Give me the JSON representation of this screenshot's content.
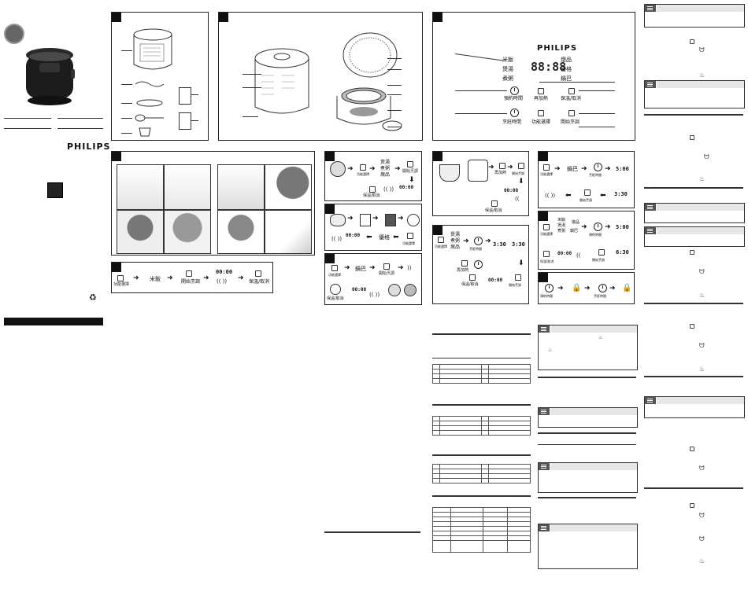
{
  "brand": "PHILIPS",
  "panel_display": {
    "brand": "PHILIPS",
    "digits": "88:88",
    "menu_left": [
      "米飯",
      "煲湯",
      "煮粥"
    ],
    "menu_right": [
      "燉品",
      "優格",
      "鍋巴"
    ],
    "buttons": [
      "預約時間",
      "再加熱",
      "保溫/取消",
      "烹飪時間",
      "功能選擇",
      "開始烹調"
    ]
  },
  "flow_bottom": {
    "labels": [
      "功能選擇",
      "米飯",
      "開始烹調",
      "保溫/取消"
    ],
    "time": "00:00"
  },
  "step_labels": {
    "func_select": "功能選擇",
    "soup_group": [
      "煲湯",
      "煮粥",
      "燉品"
    ],
    "start": "開始烹調",
    "keep_warm": "保溫/取消",
    "reheat": "再加熱",
    "crust": "鍋巴",
    "yogurt": "優格",
    "preset": "預約時間",
    "cook_time": "烹飪時間",
    "time_a": "00:00",
    "time_b": "3:30",
    "time_c": "5:00",
    "time_d": "6:30",
    "menu_three": [
      "米飯",
      "煲湯",
      "煮粥",
      "鍋巴"
    ],
    "extra": "燉品"
  },
  "colors": {
    "dark": "#111111",
    "note_header": "#555555",
    "note_bar": "#e6e6e6",
    "warn": "#1a1a1a"
  }
}
